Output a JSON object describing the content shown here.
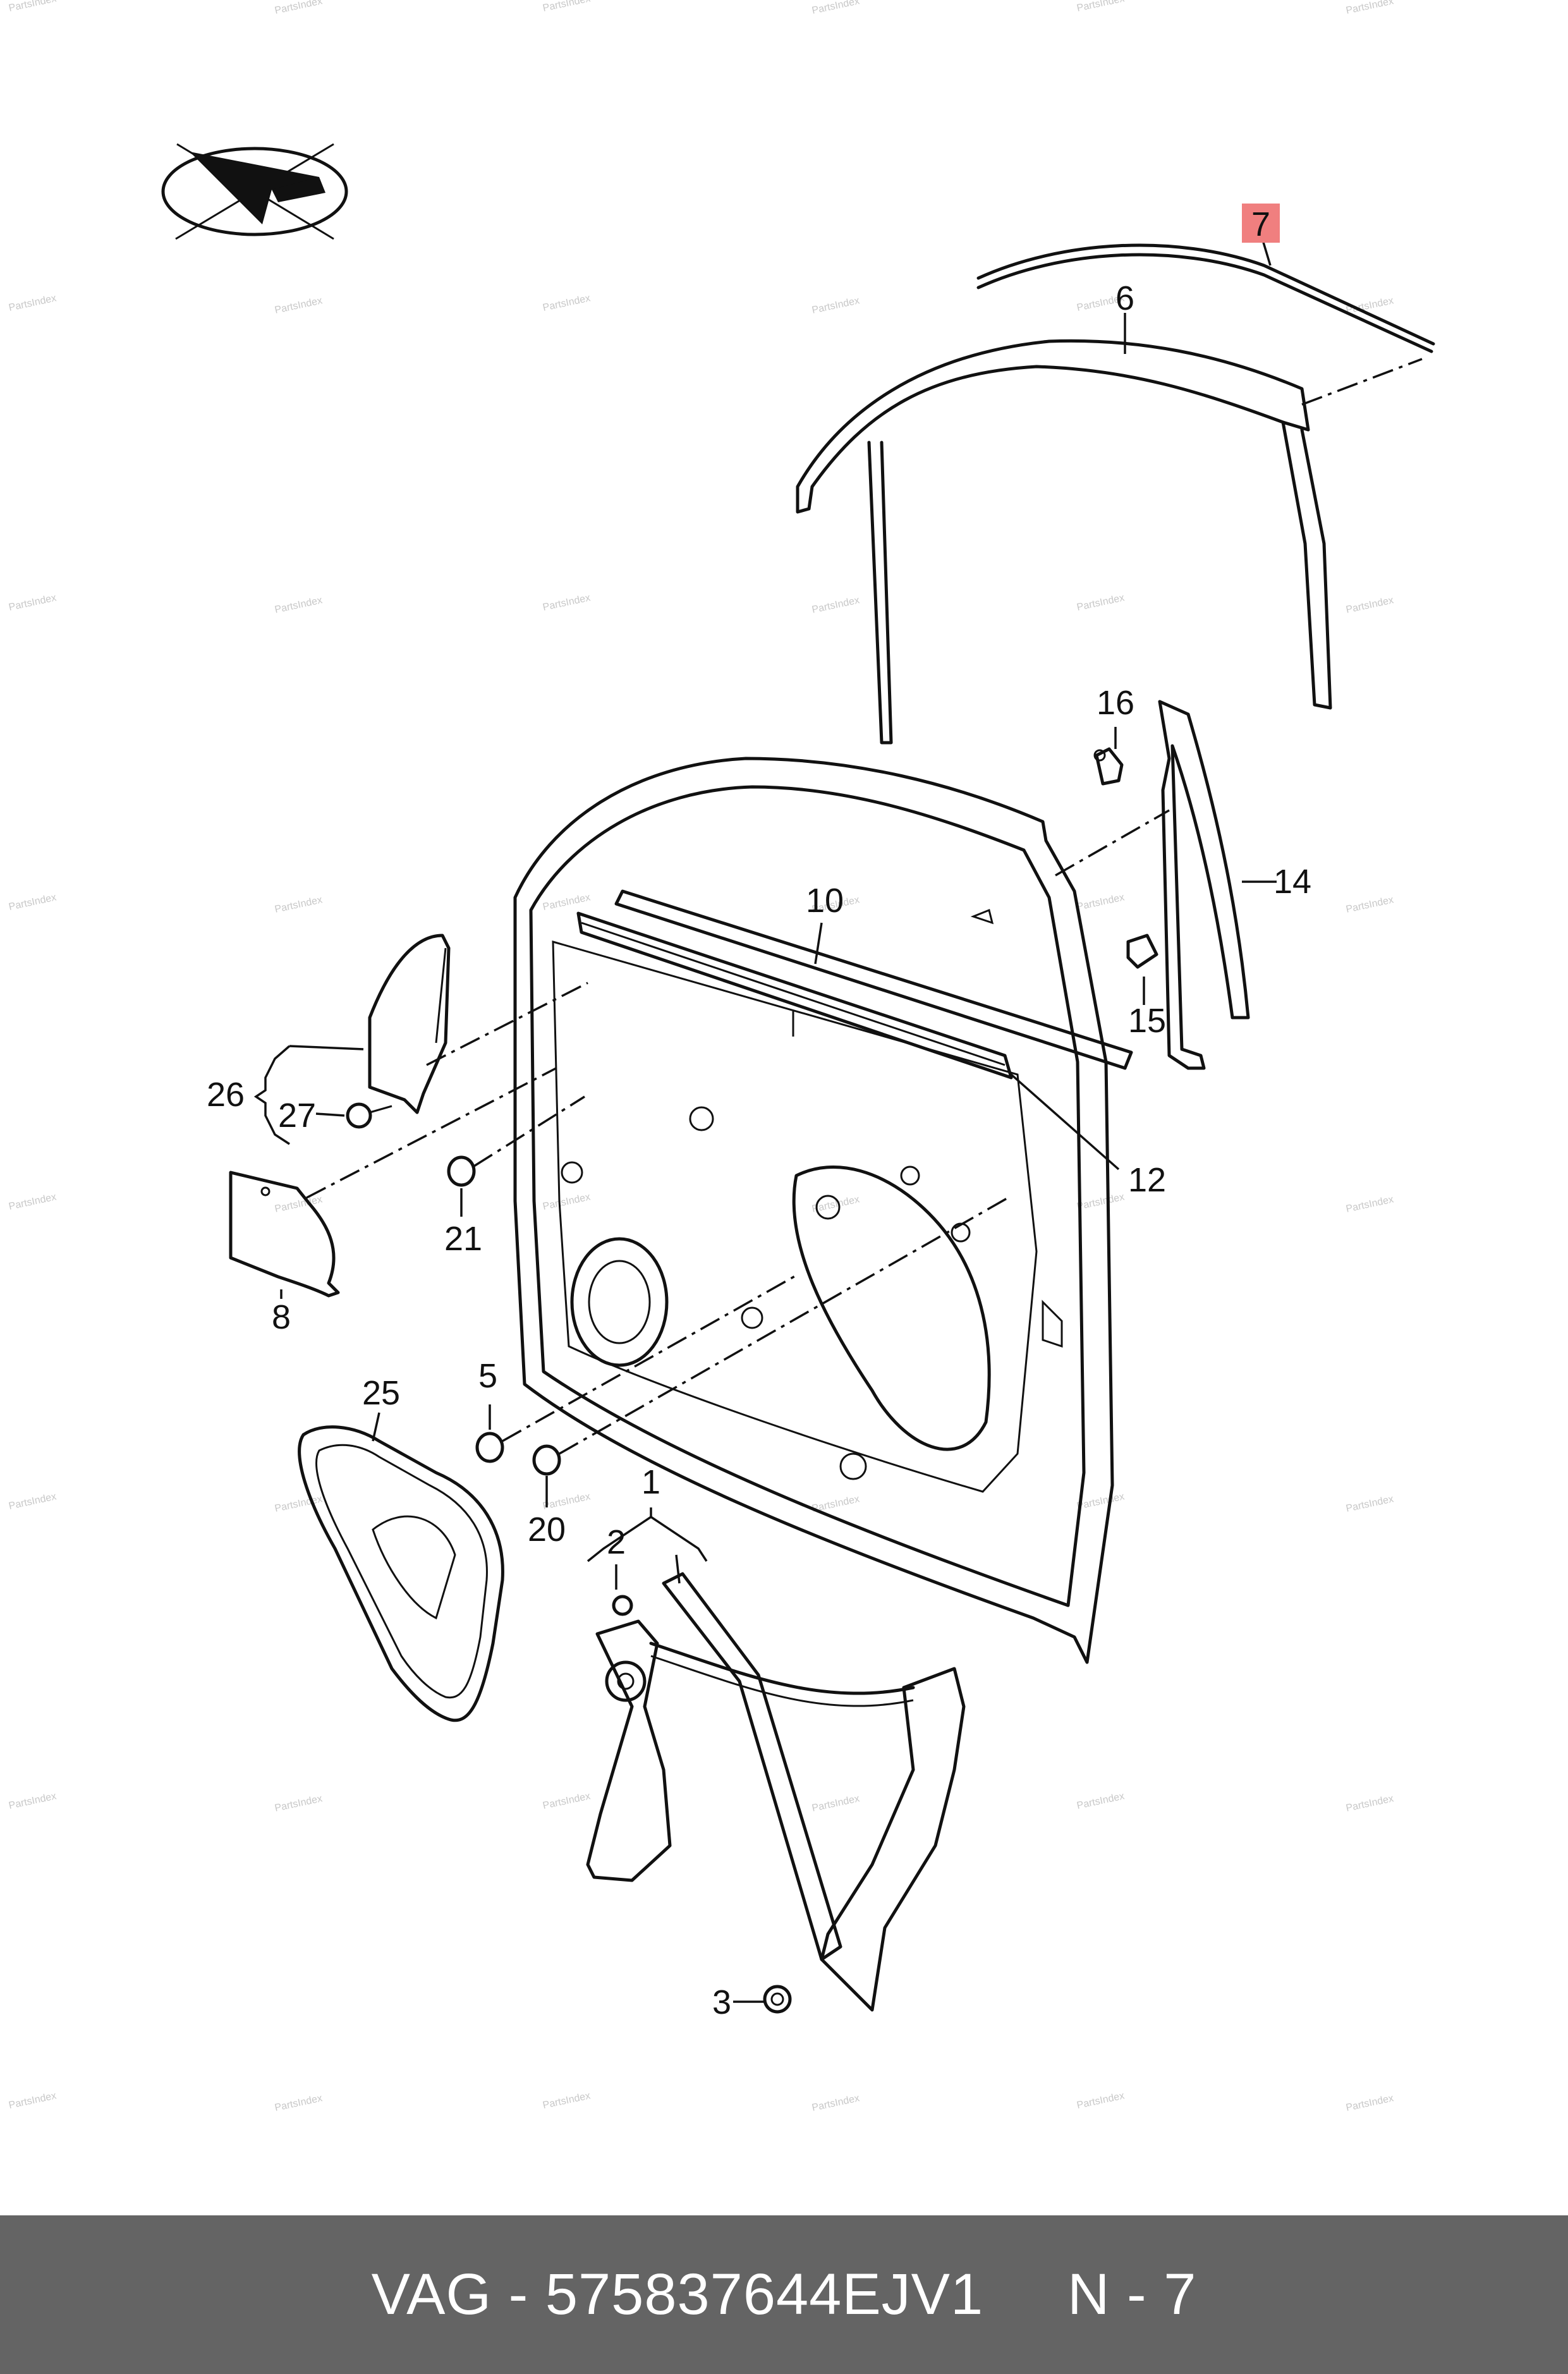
{
  "diagram": {
    "watermark": "PartsIndex",
    "highlight_color": "#f07f7f",
    "callouts": {
      "p1": "1",
      "p2": "2",
      "p3": "3",
      "p5": "5",
      "p6": "6",
      "p7": "7",
      "p8": "8",
      "p10": "10",
      "p12": "12",
      "p14": "14",
      "p15": "15",
      "p16": "16",
      "p20": "20",
      "p21": "21",
      "p25": "25",
      "p26": "26",
      "p27": "27"
    },
    "highlighted_part": "7"
  },
  "footer": {
    "text": "VAG - 575837644EJV1     N - 7",
    "background": "#646464"
  }
}
